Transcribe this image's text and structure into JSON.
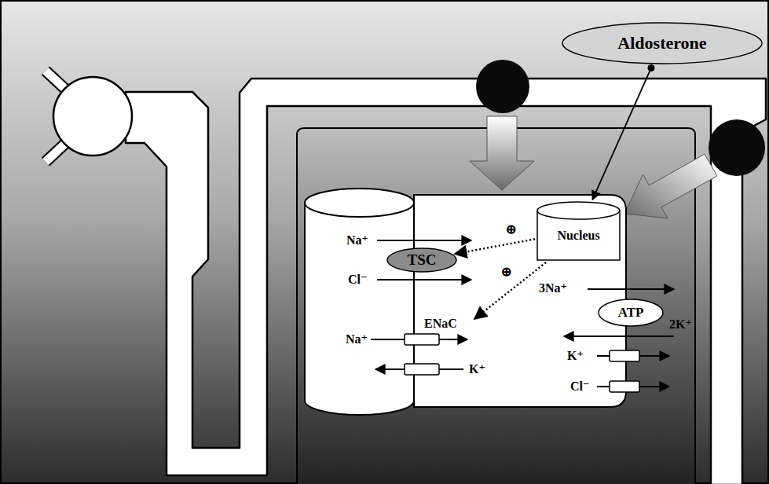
{
  "diagram": {
    "nodes": [
      {
        "text": [
          "Aldosterone"
        ]
      },
      {
        "text": [
          "Nucleus"
        ]
      },
      {
        "text": [
          "TSC"
        ]
      },
      {
        "text": [
          "ATP"
        ]
      }
    ],
    "edges": [
      {
        "from": 0,
        "to": 1,
        "arrow": "to"
      },
      {
        "from": 1,
        "to": 2,
        "arrow": "to"
      }
    ],
    "labels": [
      "Na⁺",
      "⊕",
      "Cl⁻",
      "⊕",
      "ENaC",
      "3Na⁺",
      "2K⁺",
      "Na⁺",
      "K⁺",
      "K⁺",
      "Cl⁻"
    ]
  }
}
